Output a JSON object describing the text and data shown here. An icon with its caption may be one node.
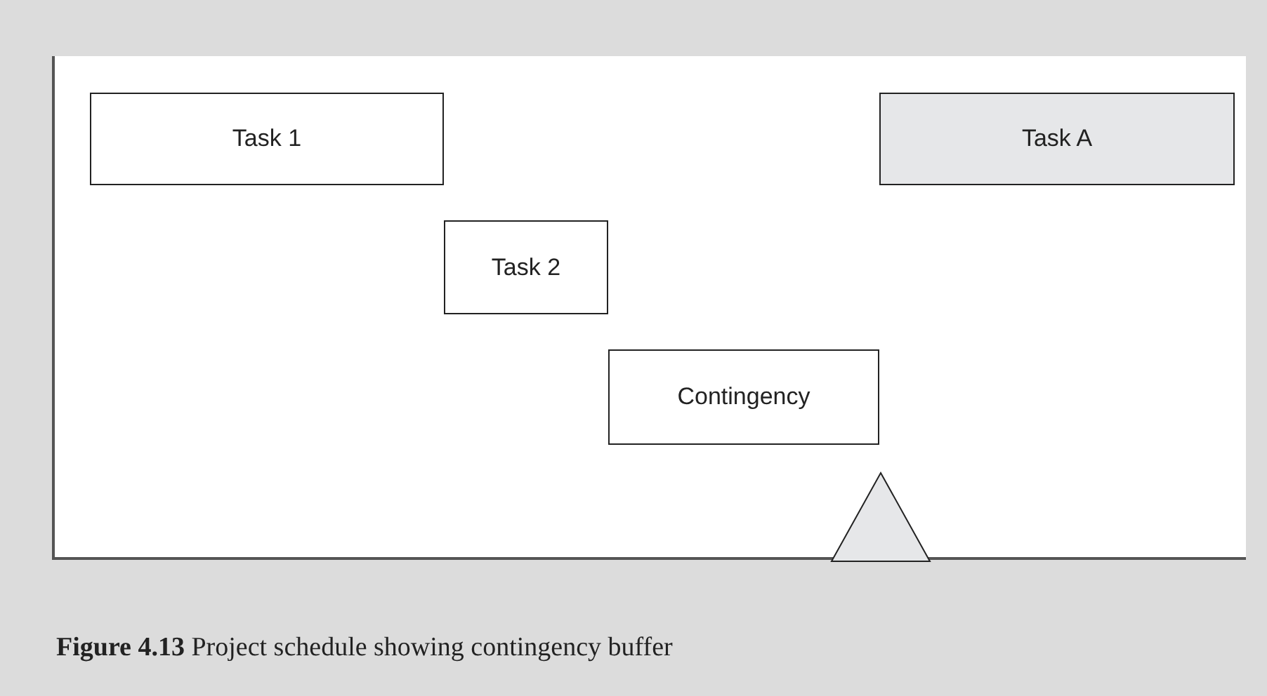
{
  "diagram": {
    "caption": "**Figure 4.13** Project schedule showing contingency buffer",
    "nodes": [
      {
        "text": [
          "Task 1"
        ]
      },
      {
        "text": [
          "Task 2"
        ]
      },
      {
        "text": [
          "Contingency"
        ]
      },
      {
        "text": [
          "Task A"
        ]
      },
      {
        "text": [],
        "shape": "triangle"
      }
    ]
  }
}
